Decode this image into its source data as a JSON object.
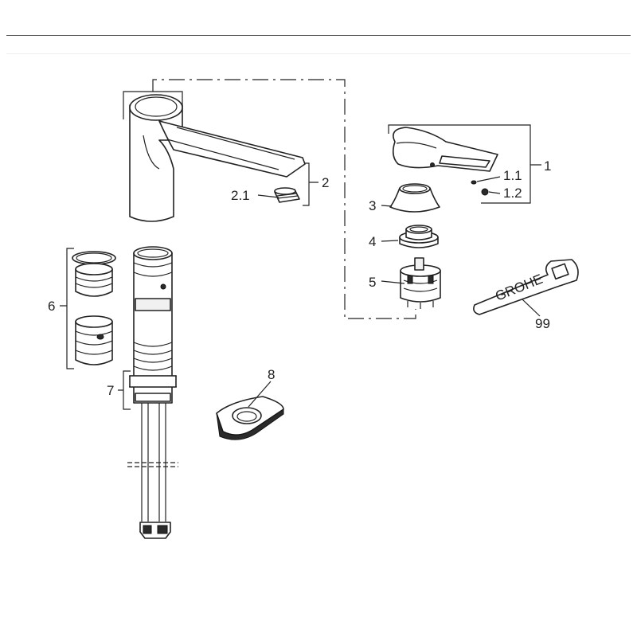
{
  "diagram": {
    "labels": {
      "l1": "1",
      "l1_1": "1.1",
      "l1_2": "1.2",
      "l2": "2",
      "l2_1": "2.1",
      "l3": "3",
      "l4": "4",
      "l5": "5",
      "l6": "6",
      "l7": "7",
      "l8": "8",
      "l99": "99"
    }
  }
}
